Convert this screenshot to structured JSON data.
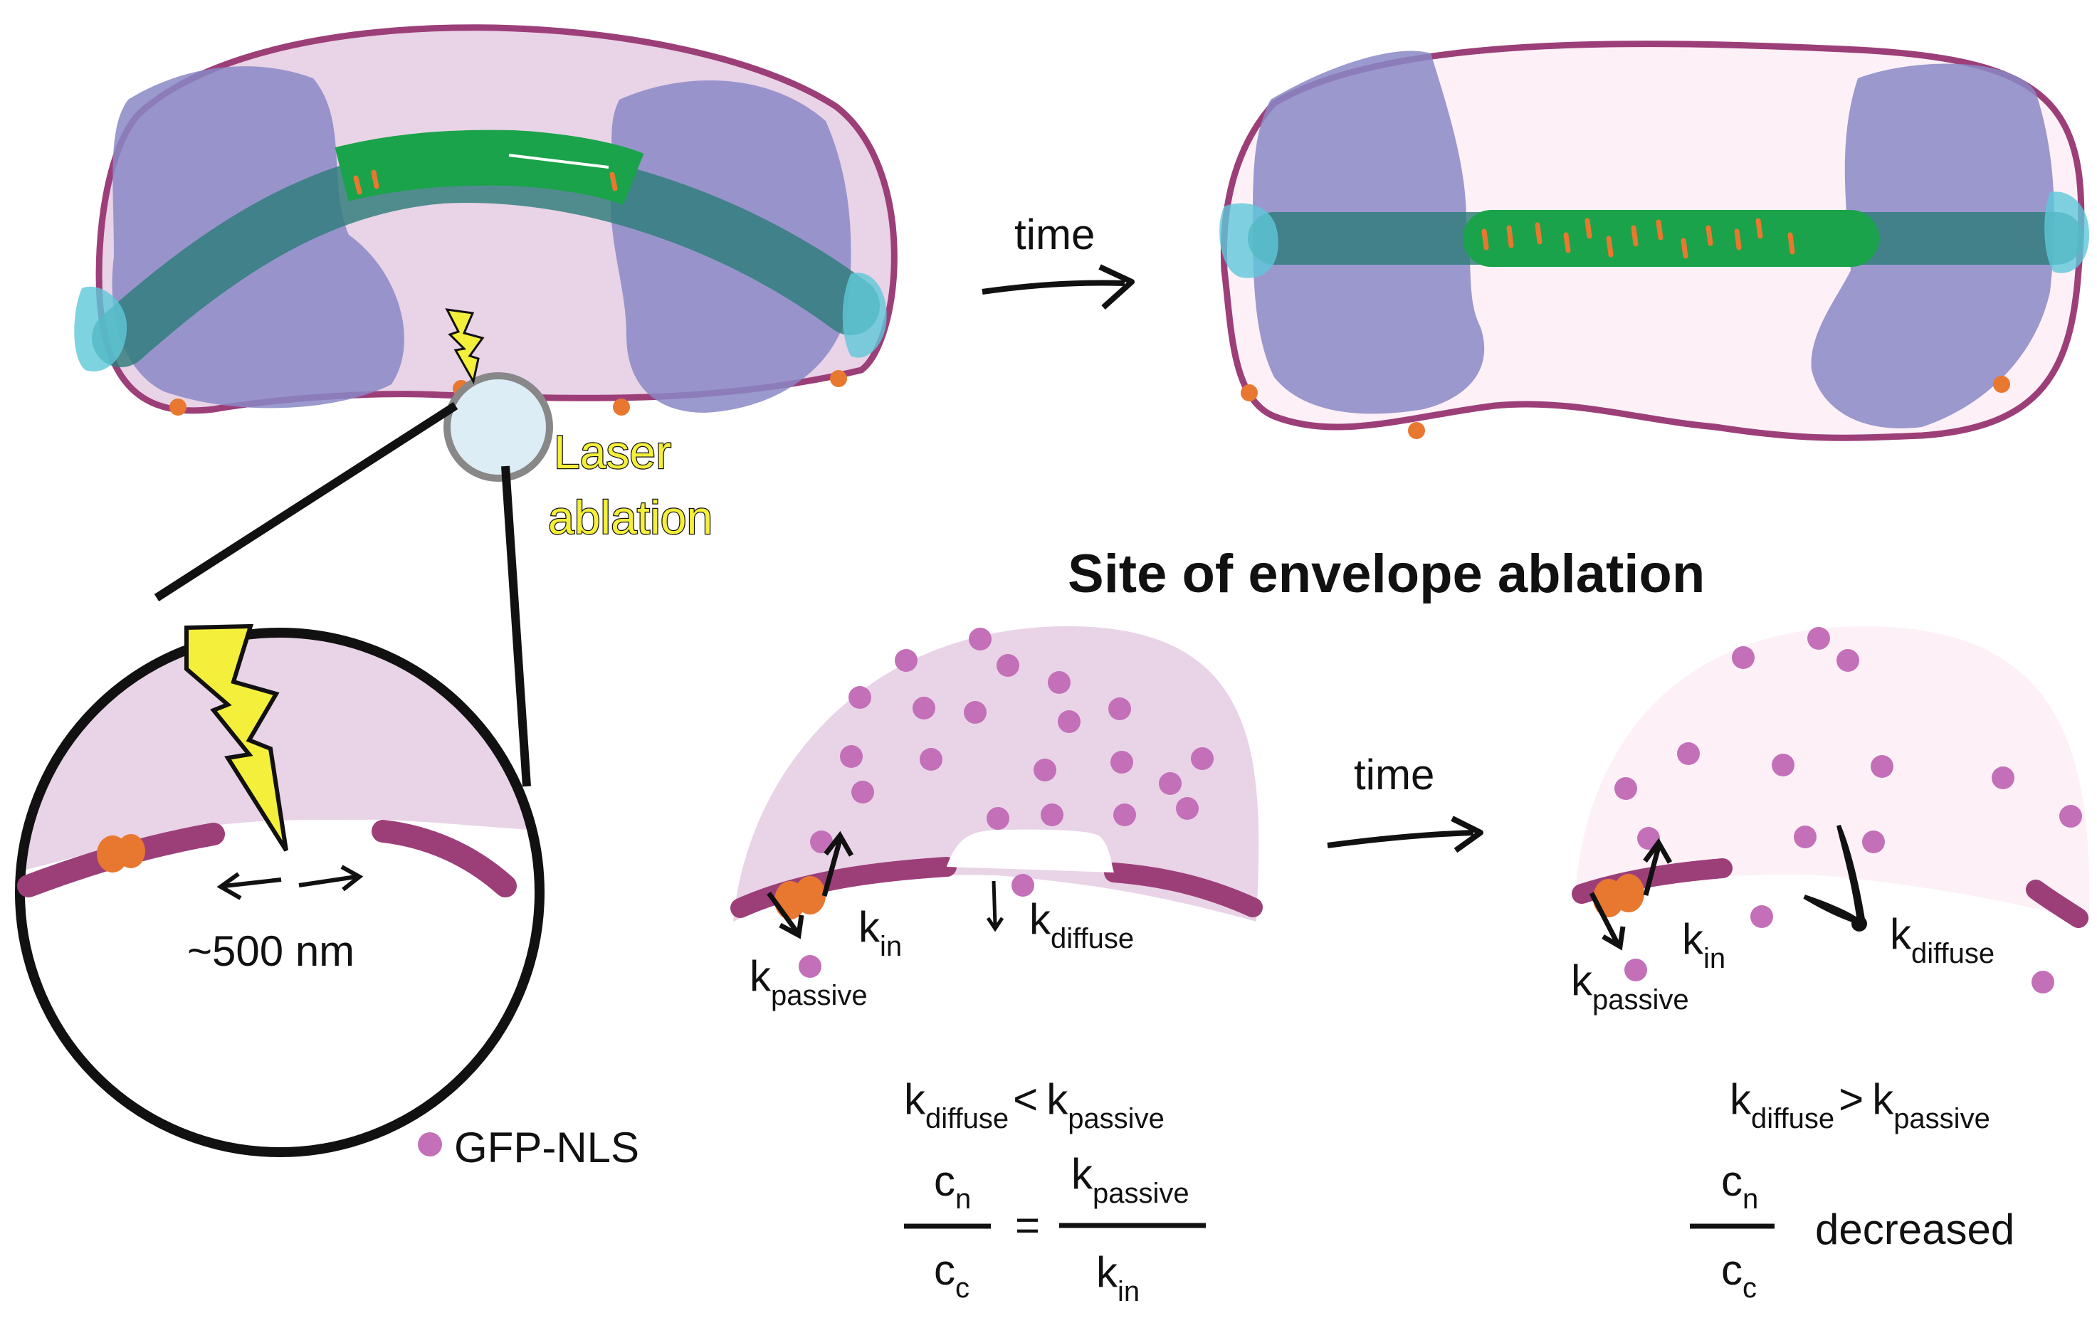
{
  "labels": {
    "time_top": "time",
    "laser_line1": "Laser",
    "laser_line2": "ablation",
    "title": "Site of envelope ablation",
    "time_bottom": "time",
    "nm500": "~500 nm",
    "legend": "GFP-NLS",
    "k": "k",
    "sub_in": "in",
    "sub_passive": "passive",
    "sub_diffuse": "diffuse",
    "c": "c",
    "sub_n": "n",
    "sub_c": "c",
    "lt": "<",
    "gt": ">",
    "eq": "=",
    "decreased": "decreased"
  },
  "colors": {
    "nucleus_fill": "#e9d3e7",
    "nucleus_fill_light": "#fdf1f7",
    "envelope": "#9c3f79",
    "chromatin": "#8a88c6",
    "spindle_teal": "#2e7d7a",
    "spindle_green": "#1aa34a",
    "centrosome": "#5ec8da",
    "pore": "#e8782f",
    "gfp_nls": "#c370b8",
    "lightning": "#f3ef3a",
    "ablation_spot": "#dcedf5"
  },
  "icons": [
    "lightning-bolt-icon",
    "nuclear-pore-icon",
    "arrow-icon"
  ]
}
